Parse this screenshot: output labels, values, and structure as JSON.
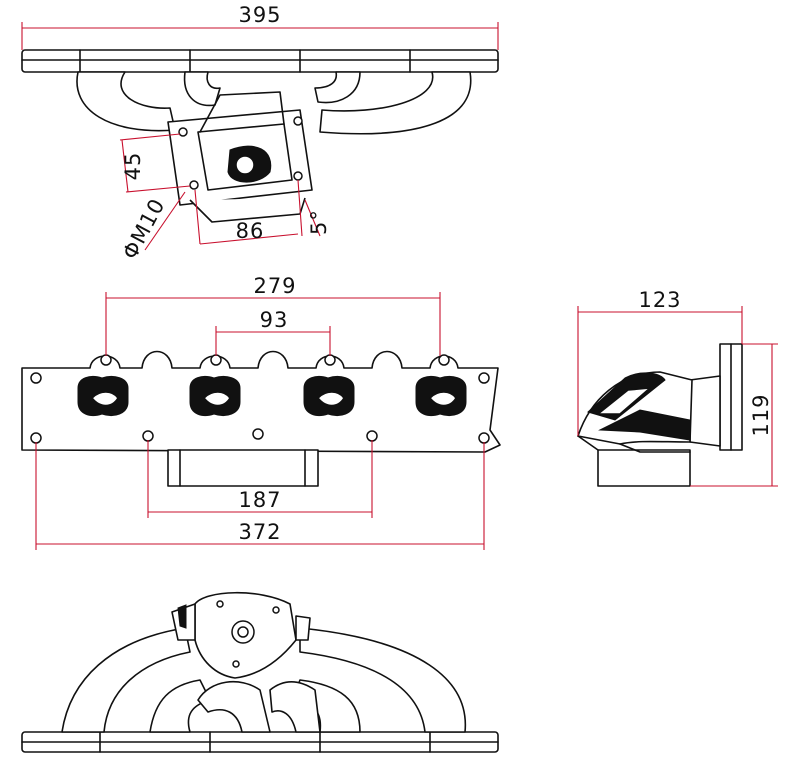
{
  "colors": {
    "dimension_line": "#c8102e",
    "outline": "#111111",
    "background": "#ffffff"
  },
  "views": {
    "top": {
      "dim_overall_width": "395",
      "dim_flange_height": "45",
      "dim_flange_width": "86",
      "dim_hole": "ΦM10",
      "dim_angle": "5°"
    },
    "front": {
      "dim_outer_studs": "279",
      "dim_inner_studs": "93",
      "dim_lower_studs": "187",
      "dim_overall_length": "372"
    },
    "side": {
      "dim_depth": "123",
      "dim_height": "119"
    }
  }
}
